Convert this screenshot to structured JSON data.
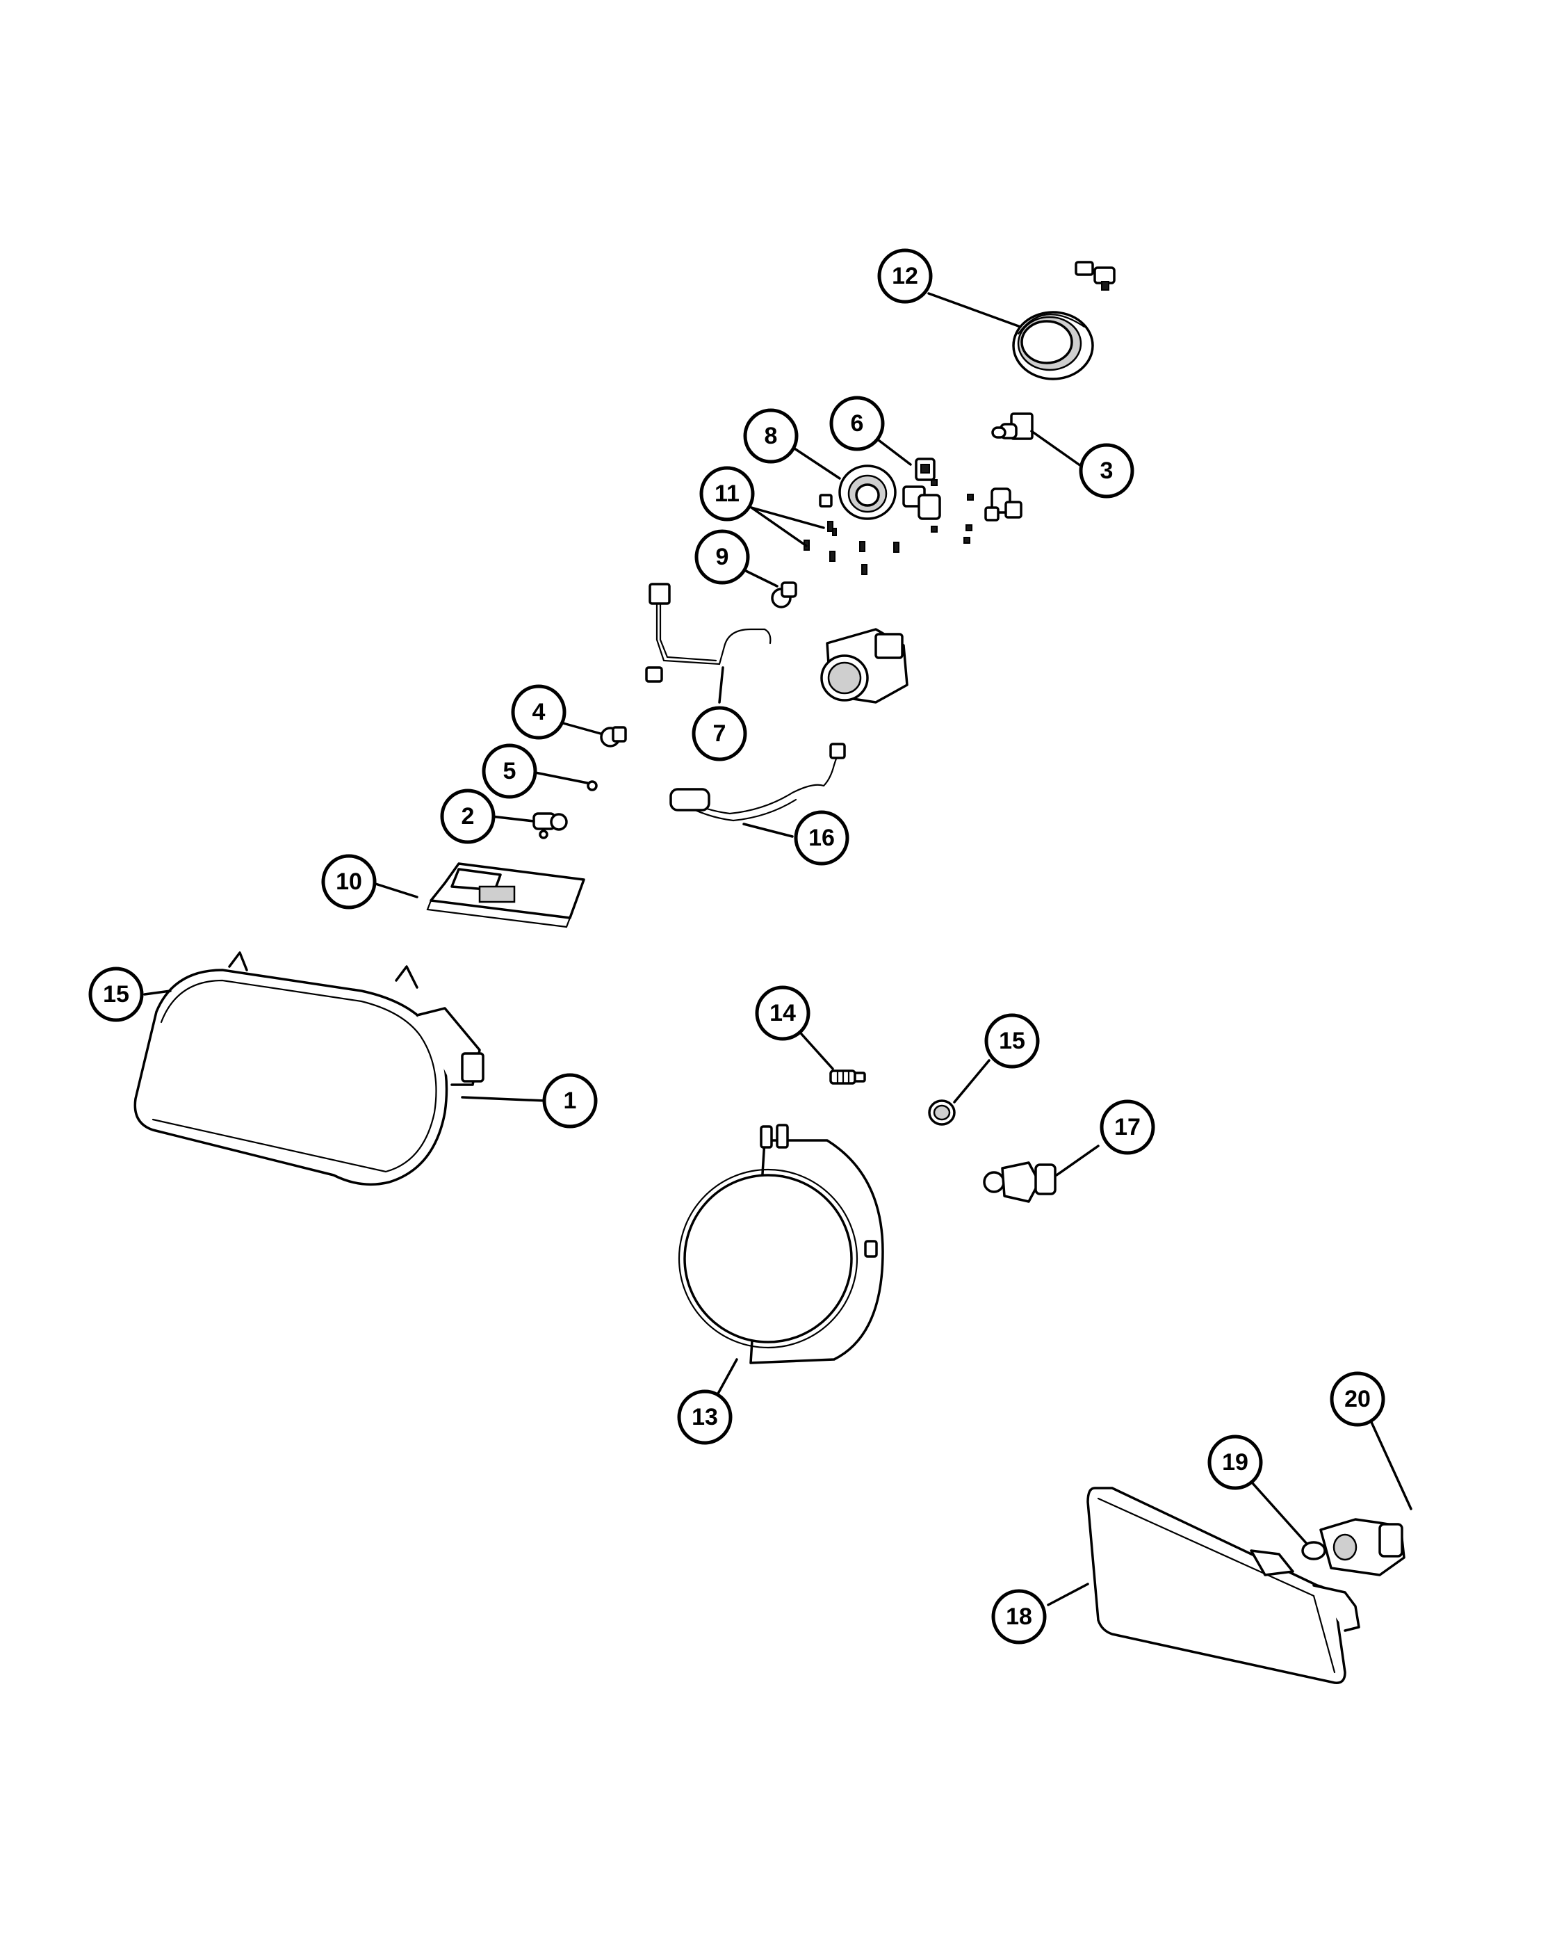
{
  "callouts": [
    {
      "id": "c12",
      "label": "12"
    },
    {
      "id": "c3",
      "label": "3"
    },
    {
      "id": "c8",
      "label": "8"
    },
    {
      "id": "c6",
      "label": "6"
    },
    {
      "id": "c11",
      "label": "11"
    },
    {
      "id": "c9",
      "label": "9"
    },
    {
      "id": "c4",
      "label": "4"
    },
    {
      "id": "c7",
      "label": "7"
    },
    {
      "id": "c5",
      "label": "5"
    },
    {
      "id": "c2",
      "label": "2"
    },
    {
      "id": "c16",
      "label": "16"
    },
    {
      "id": "c10",
      "label": "10"
    },
    {
      "id": "c15a",
      "label": "15"
    },
    {
      "id": "c1",
      "label": "1"
    },
    {
      "id": "c14",
      "label": "14"
    },
    {
      "id": "c15b",
      "label": "15"
    },
    {
      "id": "c17",
      "label": "17"
    },
    {
      "id": "c13",
      "label": "13"
    },
    {
      "id": "c20",
      "label": "20"
    },
    {
      "id": "c19",
      "label": "19"
    },
    {
      "id": "c18",
      "label": "18"
    }
  ]
}
